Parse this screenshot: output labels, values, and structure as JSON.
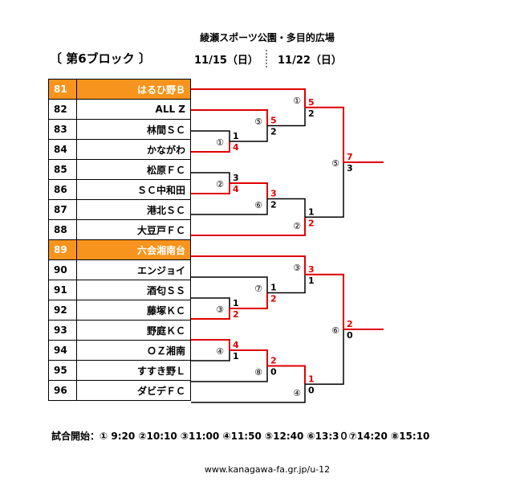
{
  "header": {
    "venue": "綾瀬スポーツ公園・多目的広場",
    "block_title": "〔 第6ブロック 〕",
    "date1": "11/15（日）",
    "date2": "11/22（日）"
  },
  "teams": [
    {
      "num": "81",
      "name": "はるひ野Ｂ",
      "highlight": true
    },
    {
      "num": "82",
      "name": "ALL Z",
      "highlight": false
    },
    {
      "num": "83",
      "name": "林間ＳＣ",
      "highlight": false
    },
    {
      "num": "84",
      "name": "かながわ",
      "highlight": false
    },
    {
      "num": "85",
      "name": "松原ＦＣ",
      "highlight": false
    },
    {
      "num": "86",
      "name": "ＳＣ中和田",
      "highlight": false
    },
    {
      "num": "87",
      "name": "港北ＳＣ",
      "highlight": false
    },
    {
      "num": "88",
      "name": "大豆戸ＦＣ",
      "highlight": false
    },
    {
      "num": "89",
      "name": "六会湘南台",
      "highlight": true
    },
    {
      "num": "90",
      "name": "エンジョイ",
      "highlight": false
    },
    {
      "num": "91",
      "name": "酒匂ＳＳ",
      "highlight": false
    },
    {
      "num": "92",
      "name": "藤塚ＫＣ",
      "highlight": false
    },
    {
      "num": "93",
      "name": "野庭ＫＣ",
      "highlight": false
    },
    {
      "num": "94",
      "name": "ＯＺ湘南",
      "highlight": false
    },
    {
      "num": "95",
      "name": "すすき野Ｌ",
      "highlight": false
    },
    {
      "num": "96",
      "name": "ダビデＦＣ",
      "highlight": false
    }
  ],
  "games": {
    "g1": {
      "label": "①",
      "scores": [
        "1",
        "4"
      ]
    },
    "g2": {
      "label": "②",
      "scores": [
        "3",
        "4"
      ]
    },
    "g3": {
      "label": "③",
      "scores": [
        "1",
        "2"
      ]
    },
    "g4": {
      "label": "④",
      "scores": [
        "4",
        "1"
      ]
    },
    "g5": {
      "label": "⑤",
      "scores": [
        "5",
        "2"
      ]
    },
    "g6": {
      "label": "⑥",
      "scores": [
        "3",
        "2"
      ]
    },
    "g7": {
      "label": "⑦",
      "scores": [
        "1",
        "2"
      ]
    },
    "g8": {
      "label": "⑧",
      "scores": [
        "2",
        "0"
      ]
    },
    "r2a": {
      "label": "①",
      "scores": [
        "5",
        "2"
      ]
    },
    "r2b": {
      "label": "②",
      "scores": [
        "1",
        "2"
      ]
    },
    "r2c": {
      "label": "③",
      "scores": [
        "3",
        "1"
      ]
    },
    "r2d": {
      "label": "④",
      "scores": [
        "1",
        "0"
      ]
    },
    "sf1": {
      "label": "⑤",
      "scores": [
        "7",
        "3"
      ]
    },
    "sf2": {
      "label": "⑥",
      "scores": [
        "2",
        "0"
      ]
    }
  },
  "colors": {
    "win": "#e00000",
    "line": "#000000",
    "highlight": "#f7941d"
  },
  "schedule": "試合開始：① 9:20 ②10:10 ③11:00 ④11:50 ⑤12:40 ⑥13:3０⑦14:20 ⑧15:10",
  "footer_url": "www.kanagawa-fa.gr.jp/u-12"
}
